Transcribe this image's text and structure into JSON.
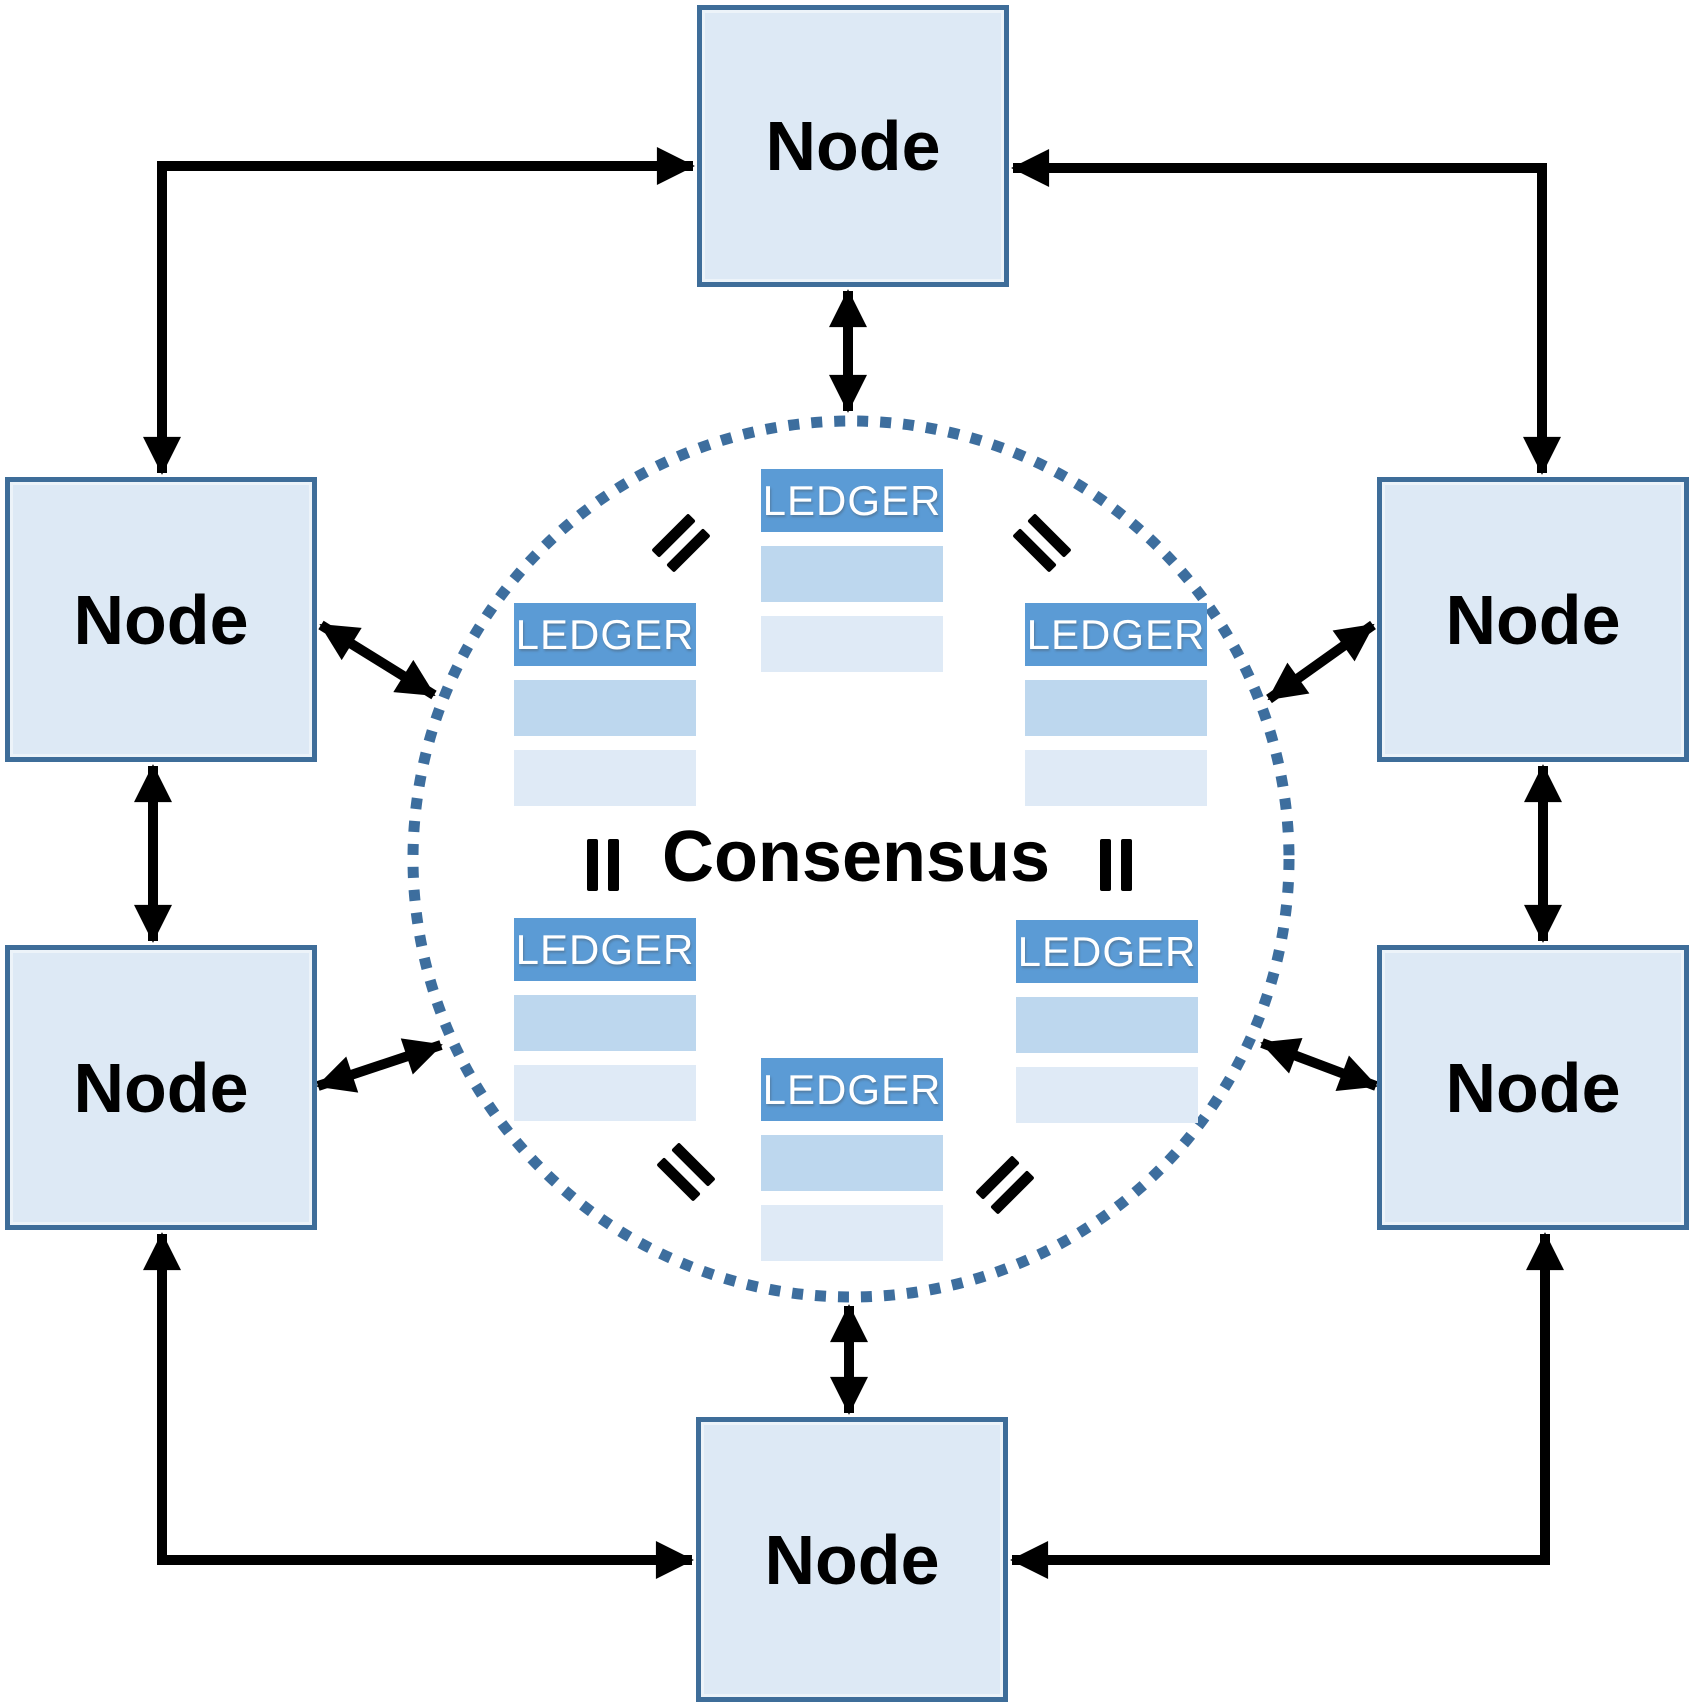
{
  "diagram": {
    "type": "peer-to-peer-consensus-network",
    "center_label": "Consensus",
    "nodes": [
      {
        "id": "top",
        "label": "Node"
      },
      {
        "id": "upper-left",
        "label": "Node"
      },
      {
        "id": "upper-right",
        "label": "Node"
      },
      {
        "id": "lower-left",
        "label": "Node"
      },
      {
        "id": "lower-right",
        "label": "Node"
      },
      {
        "id": "bottom",
        "label": "Node"
      }
    ],
    "ledgers": [
      {
        "id": "top",
        "label": "LEDGER",
        "rows": 2
      },
      {
        "id": "upper-left",
        "label": "LEDGER",
        "rows": 2
      },
      {
        "id": "upper-right",
        "label": "LEDGER",
        "rows": 2
      },
      {
        "id": "lower-left",
        "label": "LEDGER",
        "rows": 2
      },
      {
        "id": "lower-right",
        "label": "LEDGER",
        "rows": 2
      },
      {
        "id": "bottom",
        "label": "LEDGER",
        "rows": 2
      }
    ],
    "icons": {
      "equals_icon": "double-bar-equality-mark",
      "equals_count": 6
    },
    "connections": [
      {
        "from": "node-upper-left",
        "to": "node-top",
        "style": "elbow",
        "bidirectional": true
      },
      {
        "from": "node-top",
        "to": "node-upper-right",
        "style": "elbow",
        "bidirectional": true
      },
      {
        "from": "node-lower-left",
        "to": "node-bottom",
        "style": "elbow",
        "bidirectional": true
      },
      {
        "from": "node-lower-right",
        "to": "node-bottom",
        "style": "elbow",
        "bidirectional": true
      },
      {
        "from": "node-upper-left",
        "to": "node-lower-left",
        "style": "straight",
        "bidirectional": true
      },
      {
        "from": "node-upper-right",
        "to": "node-lower-right",
        "style": "straight",
        "bidirectional": true
      },
      {
        "from": "node-top",
        "to": "consensus-circle",
        "style": "straight",
        "bidirectional": true
      },
      {
        "from": "node-bottom",
        "to": "consensus-circle",
        "style": "straight",
        "bidirectional": true
      },
      {
        "from": "node-upper-left",
        "to": "consensus-circle",
        "style": "diagonal",
        "bidirectional": true
      },
      {
        "from": "node-upper-right",
        "to": "consensus-circle",
        "style": "diagonal",
        "bidirectional": true
      },
      {
        "from": "node-lower-left",
        "to": "consensus-circle",
        "style": "diagonal",
        "bidirectional": true
      },
      {
        "from": "node-lower-right",
        "to": "consensus-circle",
        "style": "diagonal",
        "bidirectional": true
      }
    ],
    "colors": {
      "node_fill": "#dde9f5",
      "node_border": "#3e6d99",
      "ledger_header": "#5b9bd5",
      "ledger_row_1": "#bdd7ee",
      "ledger_row_2": "#dfeaf6",
      "circle_dots": "#3d6e9e",
      "arrows": "#000000",
      "text": "#000000",
      "ledger_text": "#ffffff"
    }
  }
}
